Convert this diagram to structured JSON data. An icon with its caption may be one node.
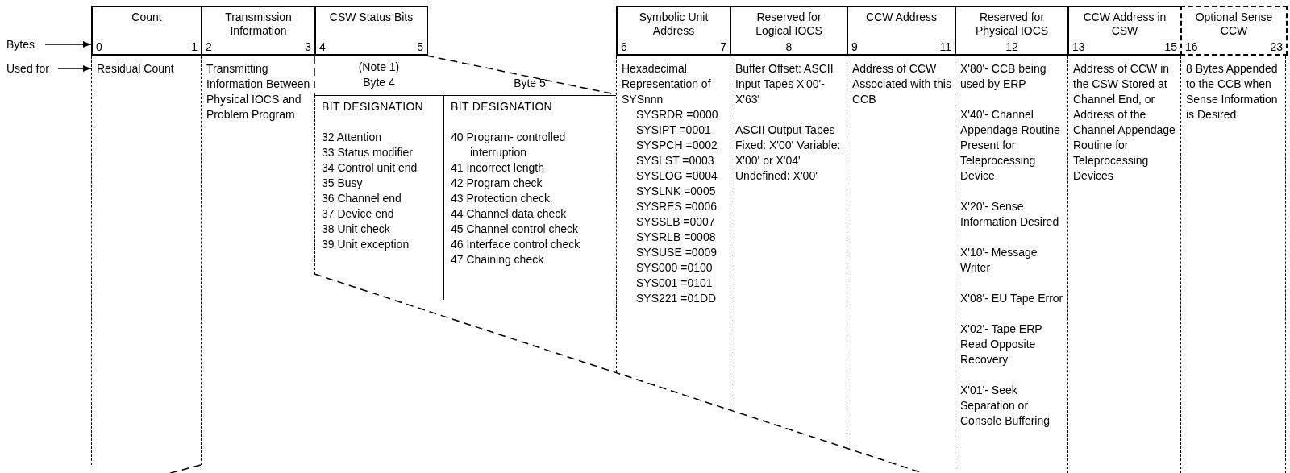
{
  "diagram": {
    "nodes": [
      {
        "text": [
          "Bytes"
        ]
      },
      {
        "text": [
          "Used for"
        ]
      },
      {
        "text": [
          "Count",
          "0",
          "1"
        ]
      },
      {
        "text": [
          "Transmission Information",
          "2",
          "3"
        ]
      },
      {
        "text": [
          "CSW Status Bits",
          "4",
          "5"
        ]
      },
      {
        "text": [
          "Symbolic Unit Address",
          "6",
          "7"
        ]
      },
      {
        "text": [
          "Reserved for Logical IOCS",
          "8"
        ]
      },
      {
        "text": [
          "CCW Address",
          "9",
          "11"
        ]
      },
      {
        "text": [
          "Reserved for Physical IOCS",
          "12"
        ]
      },
      {
        "text": [
          "CCW Address in CSW",
          "13",
          "15"
        ]
      },
      {
        "text": [
          "Optional Sense CCW",
          "16",
          "23"
        ]
      },
      {
        "text": [
          "Residual Count"
        ]
      },
      {
        "text": [
          "Transmitting Information Between Physical IOCS and Problem Program"
        ]
      },
      {
        "text": [
          "(Note 1) Byte 4",
          "Byte 5"
        ]
      },
      {
        "text": [
          "BIT DESIGNATION",
          "32 Attention",
          "33 Status modifier",
          "34 Control unit end",
          "35 Busy",
          "36 Channel end",
          "37 Device end",
          "38 Unit check",
          "39 Unit exception"
        ],
        "in": 13
      },
      {
        "text": [
          "BIT DESIGNATION",
          "40 Program- controlled interruption",
          "41 Incorrect length",
          "42 Program check",
          "43 Protection check",
          "44 Channel data check",
          "45 Channel control check",
          "46 Interface control check",
          "47 Chaining check"
        ],
        "in": 13
      },
      {
        "text": [
          "Hexadecimal Representation of SYSnnn",
          "SYSRDR =0000",
          "SYSIPT =0001",
          "SYSPCH =0002",
          "SYSLST =0003",
          "SYSLOG =0004",
          "SYSLNK =0005",
          "SYSRES =0006",
          "SYSSLB =0007",
          "SYSRLB =0008",
          "SYSUSE =0009",
          "SYS000 =0100",
          "SYS001 =0101",
          "SYS221 =01DD"
        ]
      },
      {
        "text": [
          "Buffer Offset: ASCII Input Tapes X'00'- X'63'",
          "ASCII Output Tapes Fixed: X'00' Variable: X'00' or X'04' Undefined: X'00'"
        ]
      },
      {
        "text": [
          "Address of CCW Associated with this CCB"
        ]
      },
      {
        "text": [
          "X'80'- CCB being used by ERP",
          "X'40'- Channel Appendage Routine Present for Teleprocessing Device",
          "X'20'- Sense Information Desired",
          "X'10'- Message Writer",
          "X'08'- EU Tape Error",
          "X'02'- Tape ERP Read Opposite Recovery",
          "X'01'- Seek Separation or Console Buffering"
        ]
      },
      {
        "text": [
          "Address of CCW in the CSW Stored at Channel End, or Address of the Channel Appendage Routine for Teleprocessing Devices"
        ]
      },
      {
        "text": [
          "8 Bytes Appended to the CCB when Sense Information is Desired"
        ]
      }
    ],
    "edges": [
      {
        "from": 0,
        "to": 2,
        "arrow": "to"
      },
      {
        "from": 1,
        "to": 11,
        "arrow": "to"
      }
    ]
  }
}
